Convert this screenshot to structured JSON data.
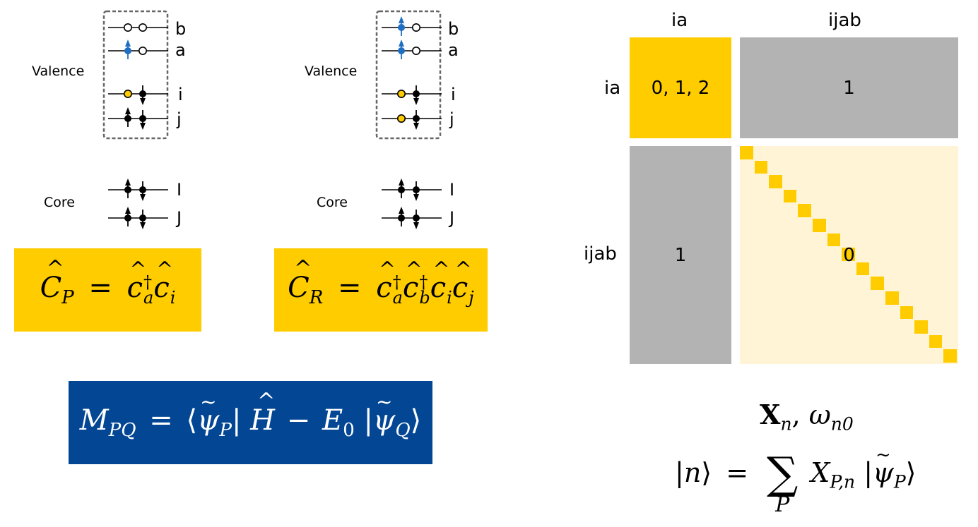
{
  "diagrams": [
    {
      "id": "p-space",
      "region_labels": {
        "valence": "Valence",
        "core": "Core"
      },
      "orbitals": [
        {
          "label": "b",
          "electrons": [
            {
              "spin": "empty"
            },
            {
              "spin": "empty"
            }
          ]
        },
        {
          "label": "a",
          "electrons": [
            {
              "spin": "up",
              "color": "#1f6fc2"
            },
            {
              "spin": "empty"
            }
          ]
        },
        {
          "label": "i",
          "electrons": [
            {
              "spin": "hole",
              "color": "#ffcc00"
            },
            {
              "spin": "down"
            }
          ]
        },
        {
          "label": "j",
          "electrons": [
            {
              "spin": "up"
            },
            {
              "spin": "down"
            }
          ]
        },
        {
          "label": "I",
          "electrons": [
            {
              "spin": "up"
            },
            {
              "spin": "down"
            }
          ]
        },
        {
          "label": "J",
          "electrons": [
            {
              "spin": "up"
            },
            {
              "spin": "down"
            }
          ]
        }
      ],
      "operator": {
        "lhs": "C",
        "lhs_sub": "P",
        "rhs": [
          {
            "op": "c",
            "dag": true,
            "sub": "a"
          },
          {
            "op": "c",
            "dag": false,
            "sub": "i"
          }
        ]
      }
    },
    {
      "id": "r-space",
      "region_labels": {
        "valence": "Valence",
        "core": "Core"
      },
      "orbitals": [
        {
          "label": "b",
          "electrons": [
            {
              "spin": "up",
              "color": "#1f6fc2"
            },
            {
              "spin": "empty"
            }
          ]
        },
        {
          "label": "a",
          "electrons": [
            {
              "spin": "up",
              "color": "#1f6fc2"
            },
            {
              "spin": "empty"
            }
          ]
        },
        {
          "label": "i",
          "electrons": [
            {
              "spin": "hole",
              "color": "#ffcc00"
            },
            {
              "spin": "down"
            }
          ]
        },
        {
          "label": "j",
          "electrons": [
            {
              "spin": "hole",
              "color": "#ffcc00"
            },
            {
              "spin": "down"
            }
          ]
        },
        {
          "label": "I",
          "electrons": [
            {
              "spin": "up"
            },
            {
              "spin": "down"
            }
          ]
        },
        {
          "label": "J",
          "electrons": [
            {
              "spin": "up"
            },
            {
              "spin": "down"
            }
          ]
        }
      ],
      "operator": {
        "lhs": "C",
        "lhs_sub": "R",
        "rhs": [
          {
            "op": "c",
            "dag": true,
            "sub": "a"
          },
          {
            "op": "c",
            "dag": true,
            "sub": "b"
          },
          {
            "op": "c",
            "dag": false,
            "sub": "i"
          },
          {
            "op": "c",
            "dag": false,
            "sub": "j"
          }
        ]
      }
    }
  ],
  "matrix_element_formula": {
    "text": "M_PQ = ⟨ψ̃_P| Ĥ − E_0 |ψ̃_Q⟩",
    "M": "M",
    "M_sub": "PQ",
    "eq": "=",
    "bra_sub": "P",
    "H": "H",
    "minus": "−",
    "E": "E",
    "E_sub": "0",
    "ket_sub": "Q"
  },
  "matrix": {
    "col_headers": [
      "ia",
      "ijab"
    ],
    "row_headers": [
      "ia",
      "ijab"
    ],
    "blocks": {
      "ia_ia": "0, 1, 2",
      "ia_ijab": "1",
      "ijab_ia": "1",
      "ijab_ijab": "0"
    },
    "diagonal_blocks": 15,
    "colors": {
      "ia_ia": "#ffcc00",
      "off_diagonal": "#b3b3b3",
      "ijab_ijab_bg": "#fff5d6",
      "ijab_ijab_diag": "#ffcc00"
    }
  },
  "eigen_results": {
    "line1": {
      "X": "X",
      "X_sub": "n",
      "comma": ",",
      "omega": "ω",
      "omega_sub": "n0"
    },
    "line2": {
      "ket": "n",
      "eq": "=",
      "sum": "∑",
      "sum_sub": "P",
      "X": "X",
      "X_sub": "P,n",
      "psi_sub": "P"
    }
  },
  "colors": {
    "yellow": "#ffcc00",
    "blue_box": "#034694",
    "blue_electron": "#1f6fc2",
    "gray_dash": "#666666"
  }
}
